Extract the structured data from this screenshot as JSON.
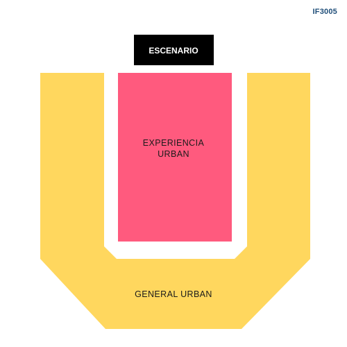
{
  "map": {
    "code": "IF3005",
    "code_color": "#1f4e79"
  },
  "stage": {
    "label": "ESCENARIO",
    "fill": "#000000",
    "text_color": "#ffffff"
  },
  "sections": {
    "experiencia": {
      "label_line1": "EXPERIENCIA",
      "label_line2": "URBAN",
      "fill": "#ff5a7e",
      "text_color": "#1a1a1a"
    },
    "general": {
      "label": "GENERAL URBAN",
      "fill": "#ffd75e",
      "text_color": "#1a1a1a"
    }
  }
}
